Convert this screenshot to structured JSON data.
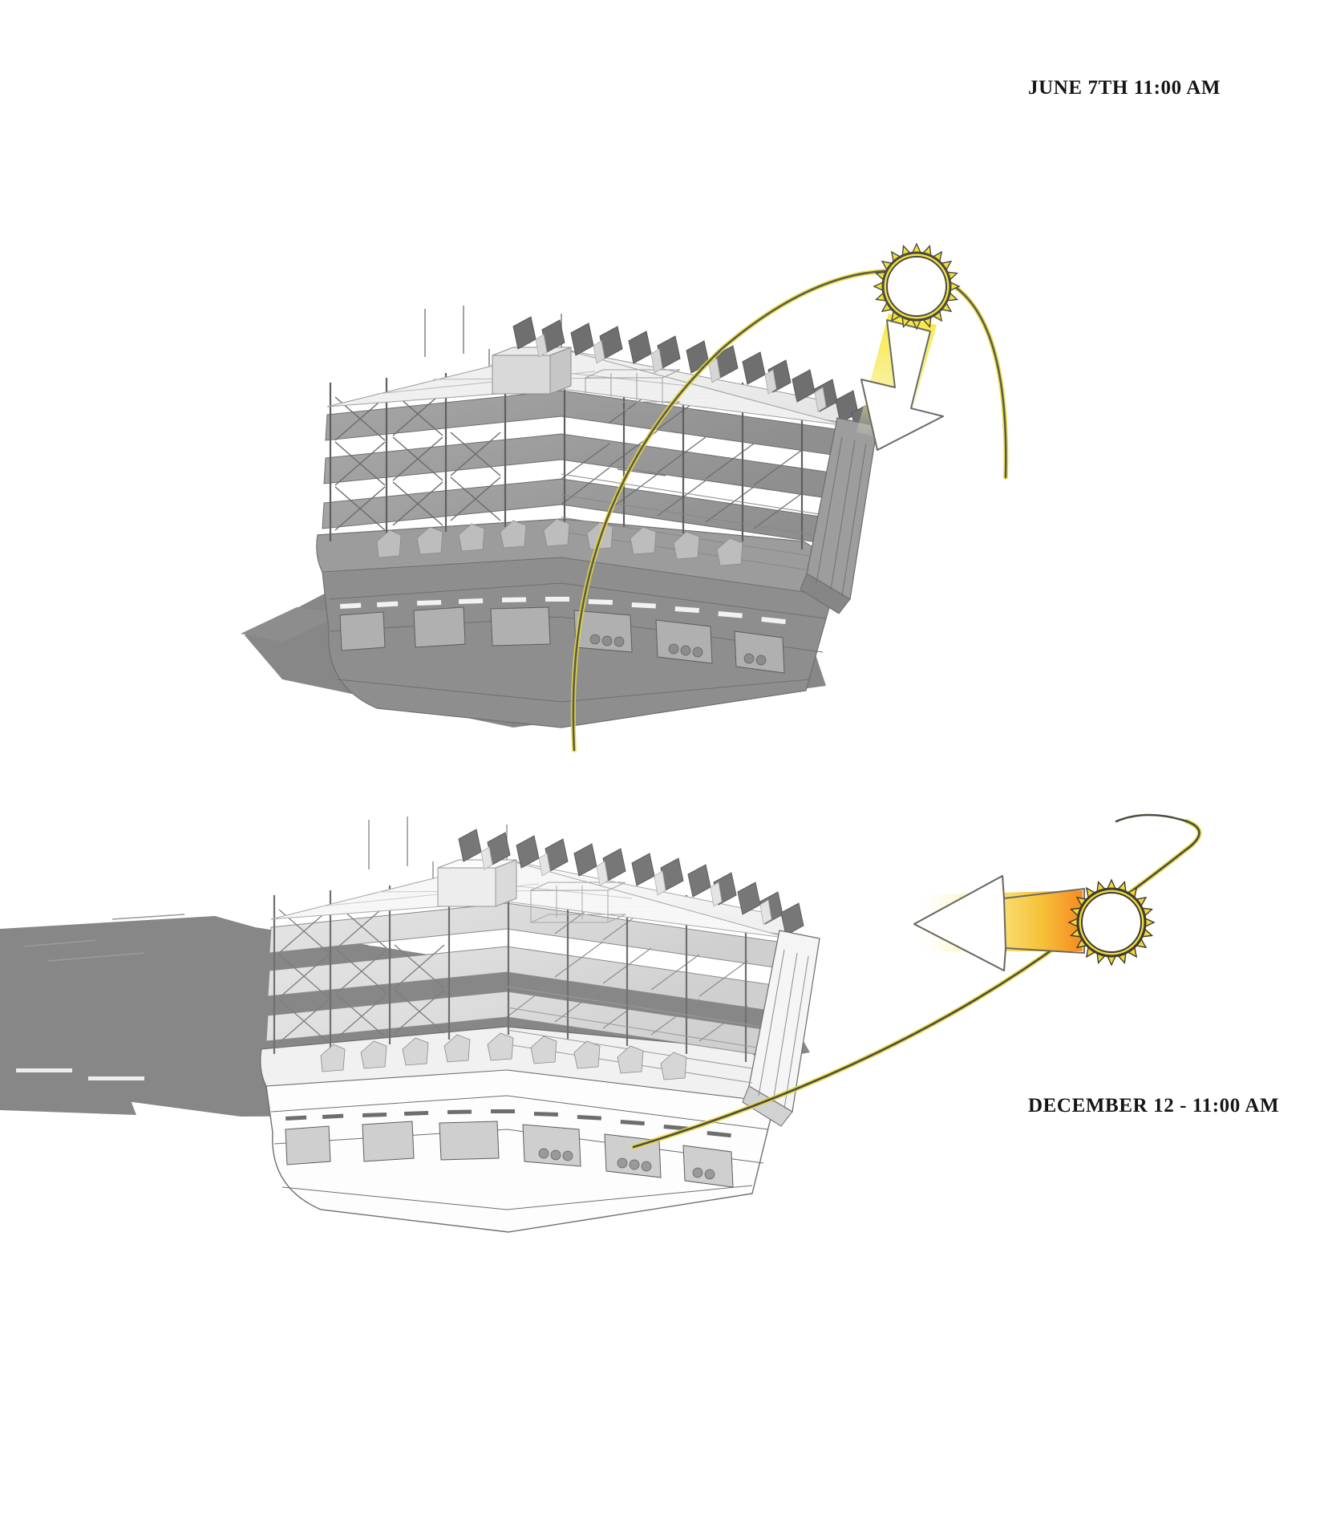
{
  "sheet": {
    "background_color": "#ffffff",
    "title_font_color": "#151515",
    "footnote": ""
  },
  "studies": [
    {
      "id": "june",
      "label": "JUNE 7TH 11:00 AM",
      "sun": {
        "icon": "sun-icon",
        "position": "upper-right",
        "disc_color": "#ffffff",
        "ray_color": "#4a4a42",
        "ray_glow_color": "#f2e03a",
        "altitude_description": "high"
      },
      "sun_path": {
        "icon": "sun-path-arc",
        "shape": "high-arc",
        "stroke_color": "#5d5b4a",
        "glow_color": "#e8dc3a"
      },
      "sun_beam": {
        "icon": "sun-beam",
        "gradient_from": "#f7e93c",
        "gradient_to": "#ffffff",
        "direction": "down"
      },
      "arrow": {
        "icon": "block-arrow-down-icon",
        "direction": "down-left",
        "fill": "#ffffff",
        "stroke": "#6a6a62"
      },
      "building": {
        "name": "parking-structure-model",
        "roof_color": "#f2f2f2",
        "frame_color": "#9a9a9a",
        "fin_color": "#6f6f6f",
        "podium_color": "#8e8e8e",
        "shadow_color": "#878787",
        "shadow_extent": "short-left",
        "lighting": "overhead-midday"
      }
    },
    {
      "id": "december",
      "label": "DECEMBER 12 - 11:00 AM",
      "sun": {
        "icon": "sun-icon",
        "position": "right-low",
        "disc_color": "#ffffff",
        "ray_color": "#3d3a2e",
        "ray_glow_color": "#f0d93a",
        "altitude_description": "low"
      },
      "sun_path": {
        "icon": "sun-path-line",
        "shape": "low-raking-line",
        "stroke_color": "#4e4c3c",
        "glow_color": "#e3d63a"
      },
      "sun_beam": {
        "icon": "sun-beam",
        "gradient_from": "#f58a22",
        "gradient_to": "#ffffff",
        "direction": "left"
      },
      "arrow": {
        "icon": "block-arrow-left-icon",
        "direction": "left",
        "fill": "#ffffff",
        "stroke": "#6a6a62"
      },
      "building": {
        "name": "parking-structure-model",
        "roof_color": "#fafafa",
        "frame_color": "#b6b6b6",
        "fin_color": "#777777",
        "podium_color": "#fdfdfd",
        "shadow_color": "#878787",
        "shadow_extent": "long-left",
        "lighting": "low-angle-raking"
      }
    }
  ]
}
